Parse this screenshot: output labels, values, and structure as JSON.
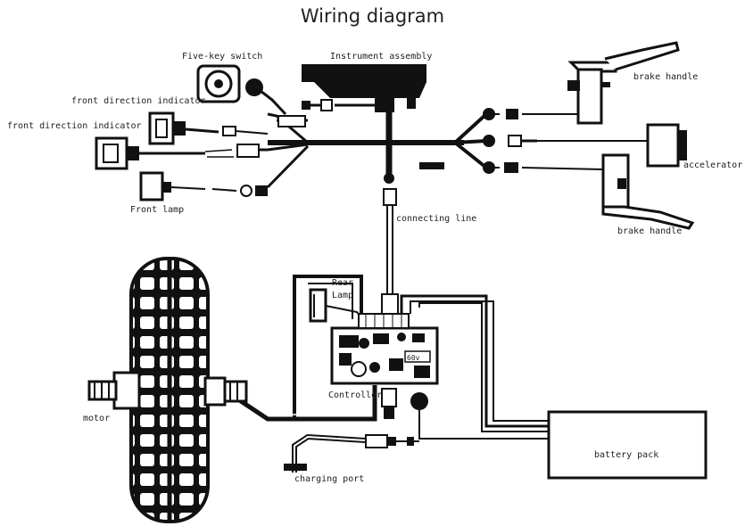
{
  "title": "Wiring diagram",
  "labels": {
    "five_key_switch": "Five-key switch",
    "instrument_assembly": "Instrument assembly",
    "front_direction_indicator_1": "front direction indicator",
    "front_direction_indicator_2": "front direction indicator",
    "brake_handle_top": "brake handle",
    "accelerator": "accelerator",
    "brake_handle_bottom": "brake handle",
    "front_lamp": "Front lamp",
    "connecting_line": "connecting line",
    "rear_lamp_1": "Rear",
    "rear_lamp_2": "Lamp",
    "controller": "Controller",
    "motor": "motor",
    "battery_pack": "battery pack",
    "charging_port": "charging port"
  },
  "board_text": "60v"
}
